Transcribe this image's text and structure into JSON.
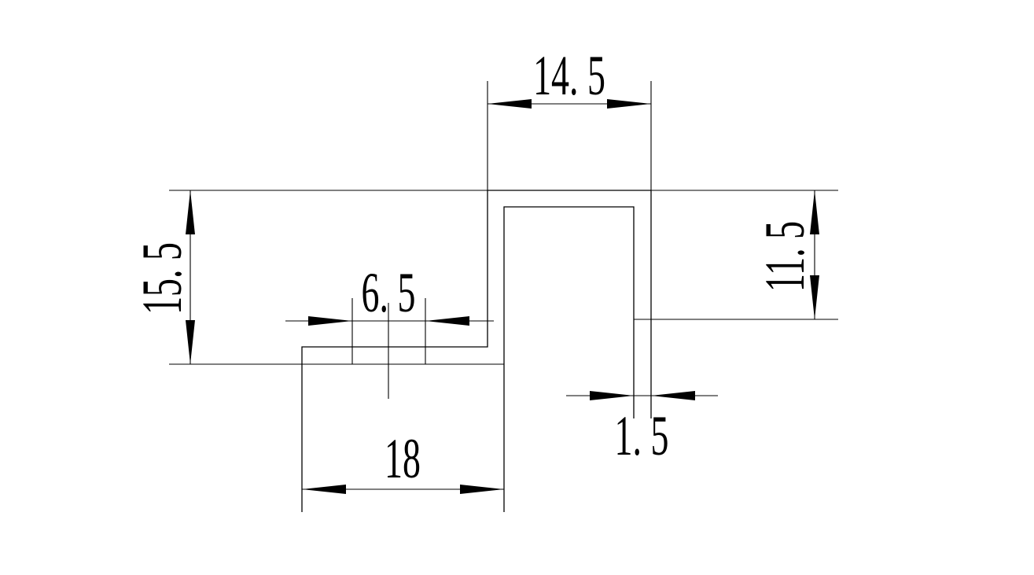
{
  "drawing": {
    "line_color": "#000000",
    "background": "#ffffff"
  },
  "dimensions": {
    "top_width": "14. 5",
    "left_height": "15. 5",
    "right_height": "11. 5",
    "small_gap": "6. 5",
    "bottom_width": "18",
    "wall_thickness": "1. 5"
  }
}
